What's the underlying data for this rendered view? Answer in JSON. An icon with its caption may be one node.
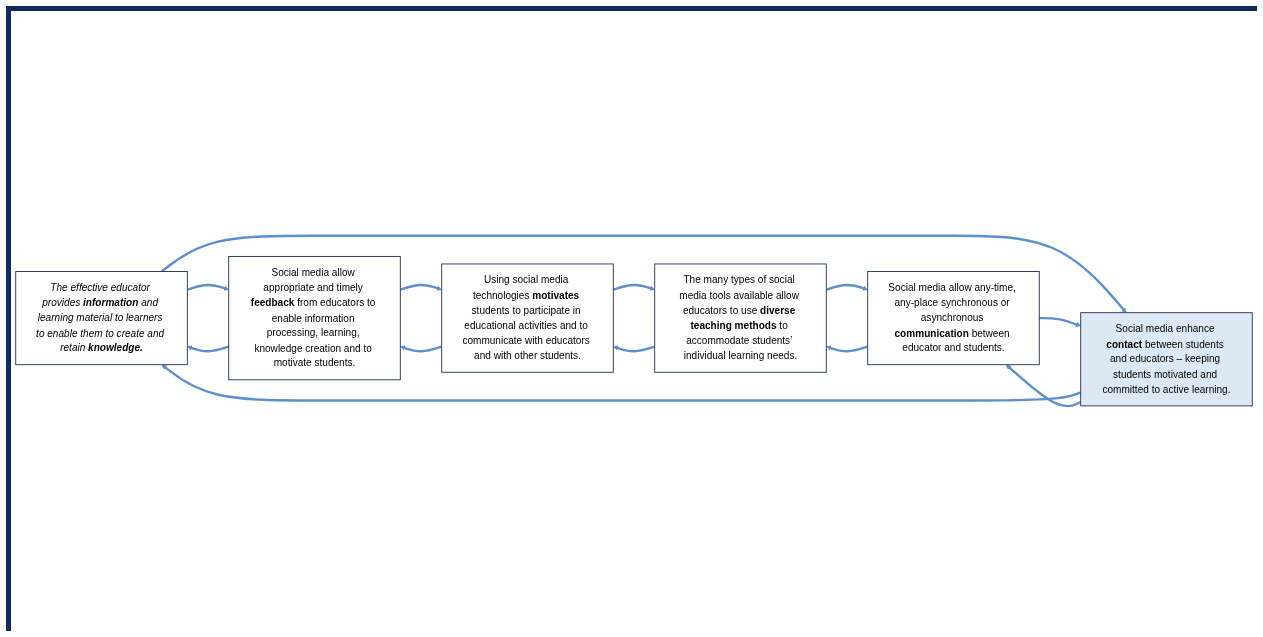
{
  "diagram": {
    "nodes": [
      {
        "text": [
          "The effective educator provides **information** and learning material to learners to enable them to create and retain **knowledge.**"
        ]
      },
      {
        "text": [
          "Social media allow appropriate and timely **feedback** from educators to enable information processing, learning, knowledge creation and to motivate students."
        ]
      },
      {
        "text": [
          "Using social media technologies **motivates** students to participate in educational activities and to communicate with educators and with other students."
        ]
      },
      {
        "text": [
          "Social media enhance **contact** between students and educators – keeping students motivated and committed to active learning."
        ]
      },
      {
        "text": [
          "Social media allow any-time, any-place synchronous or asynchronous **communication** between educator and students."
        ]
      },
      {
        "text": [
          "The many types of social media tools available allow educators to use **diverse teaching methods** to accommodate students’ individual learning needs."
        ]
      }
    ],
    "edges": [
      {
        "from": 0,
        "to": 1,
        "arrow": "to"
      },
      {
        "from": 1,
        "to": 0,
        "arrow": "to"
      },
      {
        "from": 1,
        "to": 2,
        "arrow": "to"
      },
      {
        "from": 2,
        "to": 1,
        "arrow": "to"
      },
      {
        "from": 3,
        "to": 0,
        "arrow": "to"
      },
      {
        "from": 0,
        "to": 3,
        "arrow": "to"
      },
      {
        "from": 5,
        "to": 2,
        "arrow": "to"
      },
      {
        "from": 2,
        "to": 5,
        "arrow": "to"
      },
      {
        "from": 3,
        "to": 4,
        "arrow": "to"
      },
      {
        "from": 4,
        "to": 3,
        "arrow": "to"
      },
      {
        "from": 4,
        "to": 5,
        "arrow": "to"
      },
      {
        "from": 5,
        "to": 4,
        "arrow": "to"
      }
    ]
  }
}
